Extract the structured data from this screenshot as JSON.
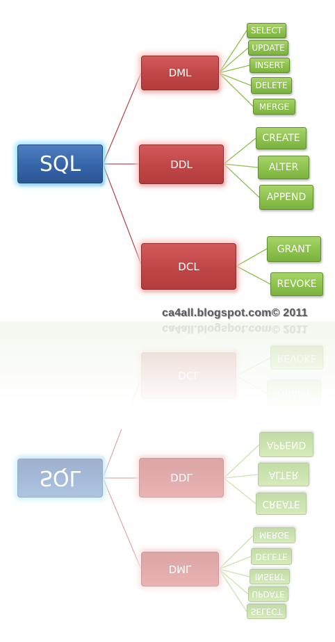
{
  "diagram": {
    "root": {
      "label": "SQL"
    },
    "categories": [
      {
        "label": "DML",
        "children": [
          "SELECT",
          "UPDATE",
          "INSERT",
          "DELETE",
          "MERGE"
        ]
      },
      {
        "label": "DDL",
        "children": [
          "CREATE",
          "ALTER",
          "APPEND"
        ]
      },
      {
        "label": "DCL",
        "children": [
          "GRANT",
          "REVOKE"
        ]
      }
    ]
  },
  "watermark": "ca4all.blogspot.com© 2011",
  "colors": {
    "root": "#3565a8",
    "root_glow": "#9fe6ff",
    "category": "#bf4646",
    "category_glow": "#ffc6c6",
    "leaf": "#8cc14c",
    "connector_root": "#b84c4c",
    "connector_leaf": "#8cc14c"
  }
}
